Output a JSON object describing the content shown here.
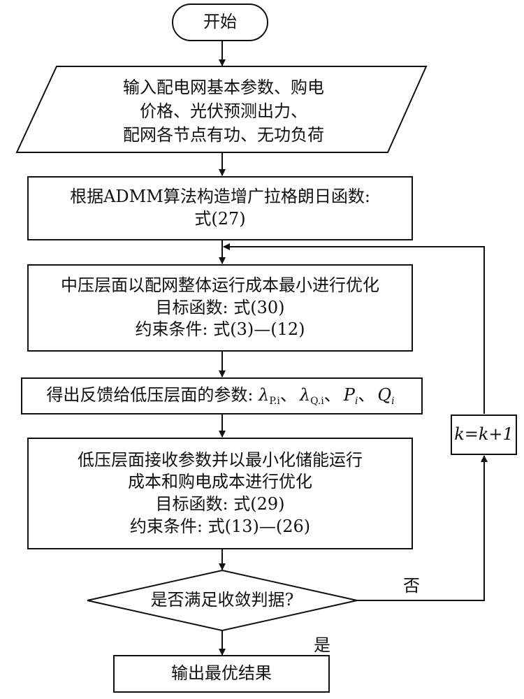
{
  "start": "开始",
  "input": {
    "lines": [
      "输入配电网基本参数、购电",
      "价格、光伏预测出力、",
      "配网各节点有功、无功负荷"
    ]
  },
  "admm": {
    "lines": [
      "根据ADMM算法构造增广拉格朗日函数:",
      "式(27)"
    ]
  },
  "mv": {
    "lines": [
      "中压层面以配网整体运行成本最小进行优化",
      "目标函数: 式(30)",
      "约束条件: 式(3)—(12)"
    ]
  },
  "feedback": {
    "prefix": "得出反馈给低压层面的参数: ",
    "terms": [
      {
        "sym": "λ",
        "sub": "P.i",
        "sep": "、"
      },
      {
        "sym": "λ",
        "sub": "Q.i",
        "sep": "、"
      },
      {
        "sym": "P",
        "sub": "i",
        "sep": "、"
      },
      {
        "sym": "Q",
        "sub": "i",
        "sep": ""
      }
    ]
  },
  "lv": {
    "lines": [
      "低压层面接收参数并以最小化储能运行",
      "成本和购电成本进行优化",
      "目标函数: 式(29)",
      "约束条件: 式(13)—(26)"
    ]
  },
  "decision": "是否满足收敛判据?",
  "no_label": "否",
  "yes_label": "是",
  "iter": "k=k+1",
  "output": "输出最优结果"
}
